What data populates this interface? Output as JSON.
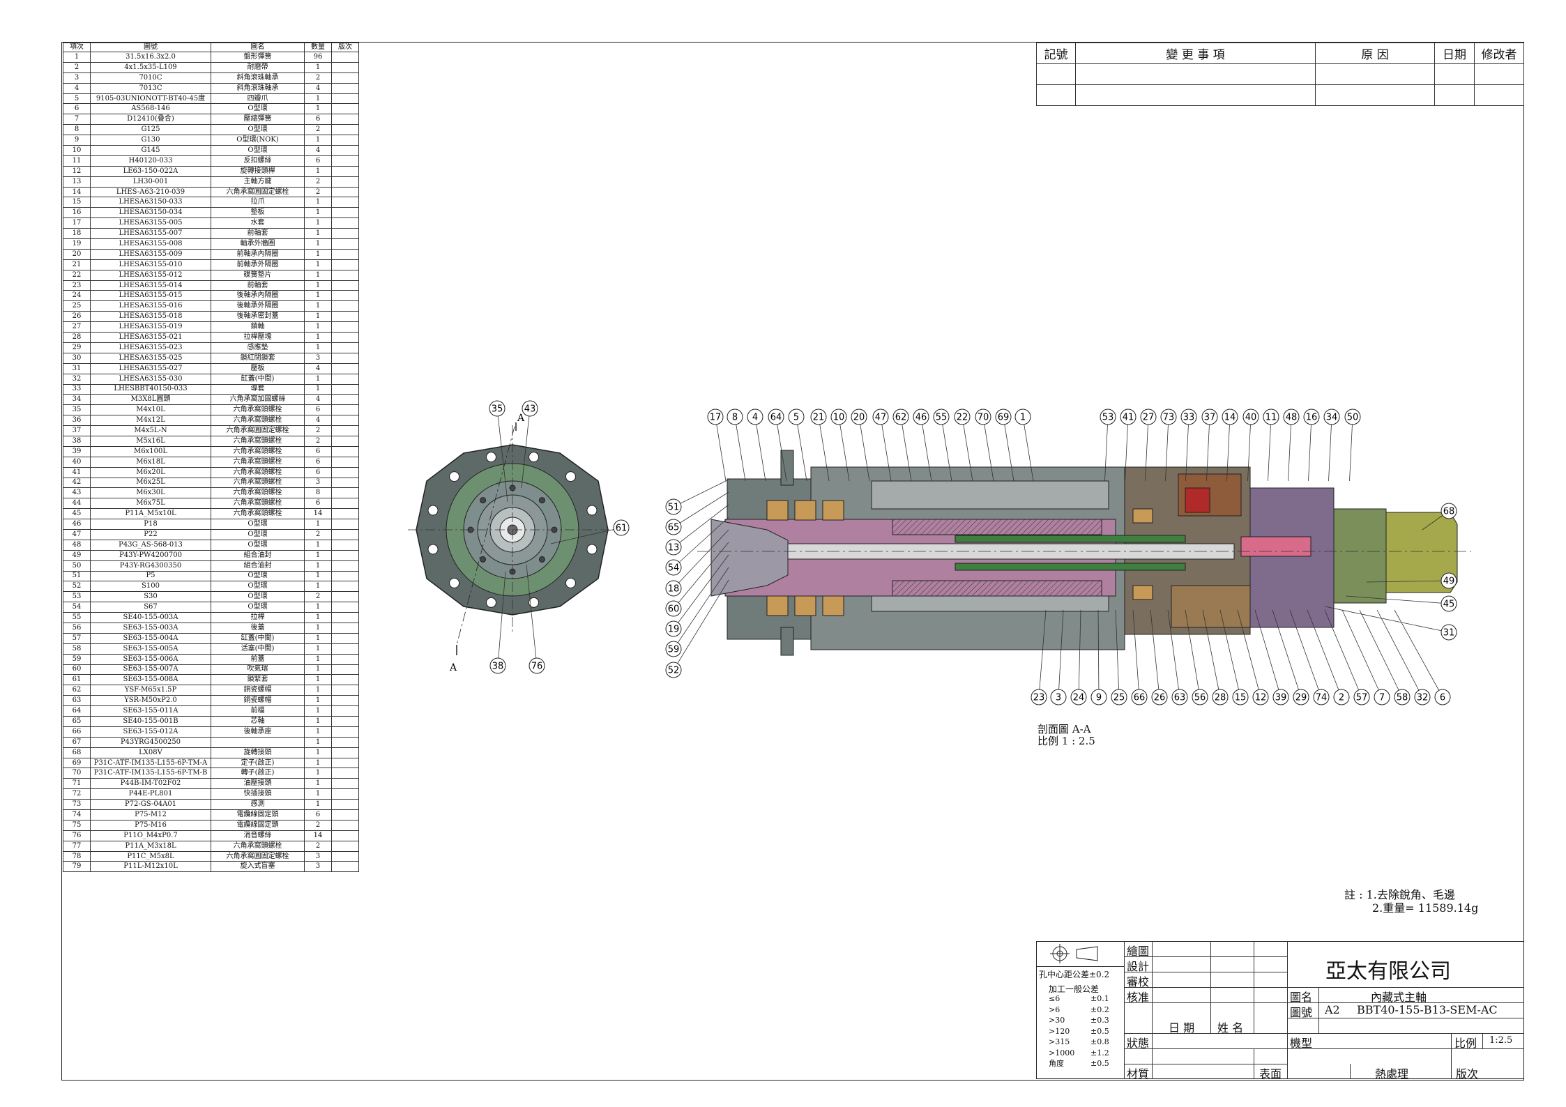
{
  "parts_table": {
    "headers": [
      "項次",
      "圖號",
      "圖名",
      "數量",
      "版次"
    ],
    "rows": [
      [
        "1",
        "31.5x16.3x2.0",
        "盤形彈簧",
        "96",
        ""
      ],
      [
        "2",
        "4x1.5x35-L109",
        "耐磨帶",
        "1",
        ""
      ],
      [
        "3",
        "7010C",
        "斜角滾珠軸承",
        "2",
        ""
      ],
      [
        "4",
        "7013C",
        "斜角滾珠軸承",
        "4",
        ""
      ],
      [
        "5",
        "9105-03UNIONOTT-BT40-45度",
        "四瓣爪",
        "1",
        ""
      ],
      [
        "6",
        "AS568-146",
        "O型環",
        "1",
        ""
      ],
      [
        "7",
        "D12410(叠合)",
        "壓縮彈簧",
        "6",
        ""
      ],
      [
        "8",
        "G125",
        "O型環",
        "2",
        ""
      ],
      [
        "9",
        "G130",
        "O型環(NOK)",
        "1",
        ""
      ],
      [
        "10",
        "G145",
        "O型環",
        "4",
        ""
      ],
      [
        "11",
        "H40120-033",
        "反扣螺絲",
        "6",
        ""
      ],
      [
        "12",
        "LE63-150-022A",
        "旋轉接頭桿",
        "1",
        ""
      ],
      [
        "13",
        "LH30-001",
        "主軸方鍵",
        "2",
        ""
      ],
      [
        "14",
        "LHES-A63-210-039",
        "六角承窩圓固定螺栓",
        "2",
        ""
      ],
      [
        "15",
        "LHESA63150-033",
        "拉爪",
        "1",
        ""
      ],
      [
        "16",
        "LHESA63150-034",
        "墊板",
        "1",
        ""
      ],
      [
        "17",
        "LHESA63155-005",
        "水套",
        "1",
        ""
      ],
      [
        "18",
        "LHESA63155-007",
        "前軸套",
        "1",
        ""
      ],
      [
        "19",
        "LHESA63155-008",
        "軸承外牆圈",
        "1",
        ""
      ],
      [
        "20",
        "LHESA63155-009",
        "前軸承內隔圈",
        "1",
        ""
      ],
      [
        "21",
        "LHESA63155-010",
        "前軸承外隔圈",
        "1",
        ""
      ],
      [
        "22",
        "LHESA63155-012",
        "碟簧墊片",
        "1",
        ""
      ],
      [
        "23",
        "LHESA63155-014",
        "前軸套",
        "1",
        ""
      ],
      [
        "24",
        "LHESA63155-015",
        "後軸承內隔圈",
        "1",
        ""
      ],
      [
        "25",
        "LHESA63155-016",
        "後軸承外隔圈",
        "1",
        ""
      ],
      [
        "26",
        "LHESA63155-018",
        "後軸承密封蓋",
        "1",
        ""
      ],
      [
        "27",
        "LHESA63155-019",
        "鎖軸",
        "1",
        ""
      ],
      [
        "28",
        "LHESA63155-021",
        "拉桿壓塊",
        "1",
        ""
      ],
      [
        "29",
        "LHESA63155-023",
        "感應墊",
        "1",
        ""
      ],
      [
        "30",
        "LHESA63155-025",
        "鎖紅閉鎖套",
        "3",
        ""
      ],
      [
        "31",
        "LHESA63155-027",
        "壓板",
        "4",
        ""
      ],
      [
        "32",
        "LHESA63155-030",
        "缸蓋(中間)",
        "1",
        ""
      ],
      [
        "33",
        "LHESBBT40150-033",
        "導套",
        "1",
        ""
      ],
      [
        "34",
        "M3X8L圓頭",
        "六角承窩加固螺絲",
        "4",
        ""
      ],
      [
        "35",
        "M4x10L",
        "六角承窩頭螺栓",
        "6",
        ""
      ],
      [
        "36",
        "M4x12L",
        "六角承窩頭螺栓",
        "4",
        ""
      ],
      [
        "37",
        "M4x5L-N",
        "六角承窩圓固定螺栓",
        "2",
        ""
      ],
      [
        "38",
        "M5x16L",
        "六角承窩頭螺栓",
        "2",
        ""
      ],
      [
        "39",
        "M6x100L",
        "六角承窩頭螺栓",
        "6",
        ""
      ],
      [
        "40",
        "M6x18L",
        "六角承窩頭螺栓",
        "6",
        ""
      ],
      [
        "41",
        "M6x20L",
        "六角承窩頭螺栓",
        "6",
        ""
      ],
      [
        "42",
        "M6x25L",
        "六角承窩頭螺栓",
        "3",
        ""
      ],
      [
        "43",
        "M6x30L",
        "六角承窩頭螺栓",
        "8",
        ""
      ],
      [
        "44",
        "M6x75L",
        "六角承窩頭螺栓",
        "6",
        ""
      ],
      [
        "45",
        "P11A_M5x10L",
        "六角承窩頭螺栓",
        "14",
        ""
      ],
      [
        "46",
        "P18",
        "O型環",
        "1",
        ""
      ],
      [
        "47",
        "P22",
        "O型環",
        "2",
        ""
      ],
      [
        "48",
        "P43G_AS-568-013",
        "O型環",
        "1",
        ""
      ],
      [
        "49",
        "P43Y-PW4200700",
        "組合油封",
        "1",
        ""
      ],
      [
        "50",
        "P43Y-RG4300350",
        "組合油封",
        "1",
        ""
      ],
      [
        "51",
        "P5",
        "O型環",
        "1",
        ""
      ],
      [
        "52",
        "S100",
        "O型環",
        "1",
        ""
      ],
      [
        "53",
        "S30",
        "O型環",
        "2",
        ""
      ],
      [
        "54",
        "S67",
        "O型環",
        "1",
        ""
      ],
      [
        "55",
        "SE40-155-003A",
        "拉桿",
        "1",
        ""
      ],
      [
        "56",
        "SE63-155-003A",
        "後蓋",
        "1",
        ""
      ],
      [
        "57",
        "SE63-155-004A",
        "缸蓋(中間)",
        "1",
        ""
      ],
      [
        "58",
        "SE63-155-005A",
        "活塞(中間)",
        "1",
        ""
      ],
      [
        "59",
        "SE63-155-006A",
        "前蓋",
        "1",
        ""
      ],
      [
        "60",
        "SE63-155-007A",
        "吹氣環",
        "1",
        ""
      ],
      [
        "61",
        "SE63-155-008A",
        "鎖緊套",
        "1",
        ""
      ],
      [
        "62",
        "YSF-M65x1.5P",
        "銅瓷螺帽",
        "1",
        ""
      ],
      [
        "63",
        "YSR-M50xP2.0",
        "銅瓷螺帽",
        "1",
        ""
      ],
      [
        "64",
        "SE63-155-011A",
        "前檔",
        "1",
        ""
      ],
      [
        "65",
        "SE40-155-001B",
        "芯軸",
        "1",
        ""
      ],
      [
        "66",
        "SE63-155-012A",
        "後軸承座",
        "1",
        ""
      ],
      [
        "67",
        "P43YRG4500250",
        "",
        "1",
        ""
      ],
      [
        "68",
        "LX08V",
        "旋轉接頭",
        "1",
        ""
      ],
      [
        "69",
        "P31C-ATF-IM135-L155-6P-TM-A",
        "定子(啟正)",
        "1",
        ""
      ],
      [
        "70",
        "P31C-ATF-IM135-L155-6P-TM-B",
        "轉子(啟正)",
        "1",
        ""
      ],
      [
        "71",
        "P44B-IM-T02F02",
        "油壓接頭",
        "1",
        ""
      ],
      [
        "72",
        "P44E-PL801",
        "快插接頭",
        "1",
        ""
      ],
      [
        "73",
        "P72-GS-04A01",
        "感測",
        "1",
        ""
      ],
      [
        "74",
        "P75-M12",
        "電纜線固定頭",
        "6",
        ""
      ],
      [
        "75",
        "P75-M16",
        "電纜線固定頭",
        "2",
        ""
      ],
      [
        "76",
        "P11O_M4xP0.7",
        "消音螺絲",
        "14",
        ""
      ],
      [
        "77",
        "P11A_M3x18L",
        "六角承窩頭螺栓",
        "2",
        ""
      ],
      [
        "78",
        "P11C_M5x8L",
        "六角承窩圓固定螺栓",
        "3",
        ""
      ],
      [
        "79",
        "P11L-M12x10L",
        "旋入式盲塞",
        "3",
        ""
      ]
    ]
  },
  "revision_table": {
    "headers": [
      "記號",
      "變 更 事 項",
      "原 因",
      "日期",
      "修改者"
    ]
  },
  "front_view": {
    "balloons": [
      "35",
      "43",
      "61",
      "38",
      "76"
    ],
    "section_marks": [
      "A",
      "A"
    ]
  },
  "section_view": {
    "balloons_top": [
      "17",
      "8",
      "4",
      "64",
      "5",
      "21",
      "10",
      "20",
      "47",
      "62",
      "46",
      "55",
      "22",
      "70",
      "69",
      "1",
      "53",
      "41",
      "27",
      "73",
      "33",
      "37",
      "14",
      "40",
      "11",
      "48",
      "16",
      "34",
      "50"
    ],
    "balloons_left": [
      "51",
      "65",
      "13",
      "54",
      "18",
      "60",
      "19",
      "59",
      "52"
    ],
    "balloons_right": [
      "68",
      "49",
      "45",
      "31"
    ],
    "balloons_bottom": [
      "23",
      "3",
      "24",
      "9",
      "25",
      "66",
      "26",
      "63",
      "56",
      "28",
      "15",
      "12",
      "39",
      "29",
      "74",
      "2",
      "57",
      "7",
      "58",
      "32",
      "6"
    ],
    "caption_line1": "剖面圖 A-A",
    "caption_line2": "比例 1 : 2.5"
  },
  "notes": {
    "line1": "註 : 1.去除銳角、毛邊",
    "line2": "2.重量= 11589.14g"
  },
  "title_block": {
    "hole_tolerance": "孔中心距公差±0.2",
    "general_tolerance_title": "加工一般公差",
    "tolerances": [
      [
        "≤6",
        "±0.1"
      ],
      [
        ">6",
        "±0.2"
      ],
      [
        ">30",
        "±0.3"
      ],
      [
        ">120",
        "±0.5"
      ],
      [
        ">315",
        "±0.8"
      ],
      [
        ">1000",
        "±1.2"
      ],
      [
        "角度",
        "±0.5"
      ]
    ],
    "roles": [
      "繪圖",
      "設計",
      "審校",
      "核准"
    ],
    "date_label": "日 期",
    "name_label": "姓 名",
    "status_label": "狀態",
    "material_label": "材質",
    "surface_label": "表面",
    "heat_label": "熱處理",
    "version_label": "版次",
    "company": "亞太有限公司",
    "drawing_name_label": "圖名",
    "drawing_name": "內藏式主軸",
    "drawing_no_label": "圖號",
    "sheet_size": "A2",
    "drawing_no": "BBT40-155-B13-SEM-AC",
    "model_label": "機型",
    "scale_label": "比例",
    "scale": "1:2.5"
  }
}
